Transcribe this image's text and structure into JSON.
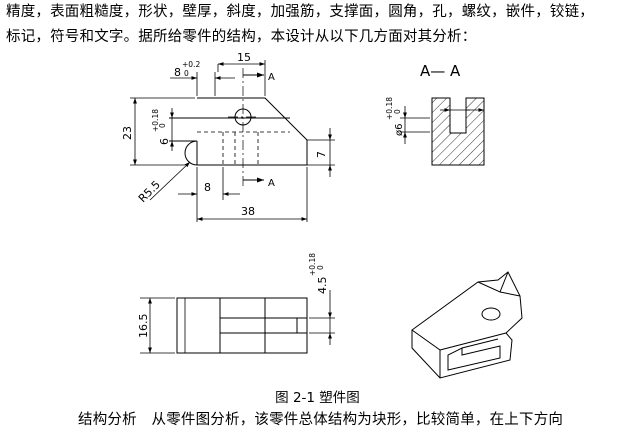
{
  "text": {
    "line1": "精度，表面粗糙度，形状，壁厚，斜度，加强筋，支撑面，圆角，孔，螺纹，嵌件，铰链，",
    "line2": "标记，符号和文字。据所给零件的结构，本设计从以下几方面对其分析：",
    "line3": "结构分析　从零件图分析，该零件总体结构为块形，比较简单，在上下方向"
  },
  "caption": "图 2-1 塑件图",
  "drawing": {
    "front_view": {
      "dim_8": "8",
      "dim_8_tol_upper": "+0.2",
      "dim_8_tol_lower": "0",
      "dim_15": "15",
      "section_mark_top": "A",
      "section_mark_bottom": "A",
      "dim_23": "23",
      "dim_6": "6",
      "dim_6_tol_upper": "+0.18",
      "dim_6_tol_lower": "0",
      "dim_7": "7",
      "dim_r55": "R5.5",
      "dim_8_bottom": "8",
      "dim_38": "38"
    },
    "section_view": {
      "title": "A— A",
      "dim_phi6": "ø6",
      "dim_phi6_tol_upper": "+0.18",
      "dim_phi6_tol_lower": "0"
    },
    "top_view": {
      "dim_165": "16.5",
      "dim_45": "4.5",
      "dim_45_tol_upper": "+0.18",
      "dim_45_tol_lower": "0"
    }
  }
}
